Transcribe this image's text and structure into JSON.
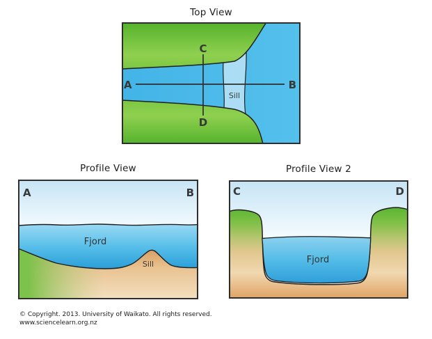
{
  "titles": {
    "top_view": "Top View",
    "profile_view": "Profile View",
    "profile_view_2": "Profile View 2"
  },
  "top_view": {
    "label_a": "A",
    "label_b": "B",
    "label_c": "C",
    "label_d": "D",
    "label_sill": "Sill"
  },
  "profile_view": {
    "label_a": "A",
    "label_b": "B",
    "label_fjord": "Fjord",
    "label_sill": "Sill"
  },
  "profile_view_2": {
    "label_c": "C",
    "label_d": "D",
    "label_fjord": "Fjord"
  },
  "footer": {
    "line1": "© Copyright. 2013. University of Waikato. All rights reserved.",
    "line2": "www.sciencelearn.org.nz"
  },
  "colors": {
    "water_blue": "#47b8e9",
    "sill_strip_blue": "#abdef5",
    "land_green_bright": "#8fd04f",
    "land_green_dark": "#55b22c",
    "seabed_tan_dark": "#d79b5e",
    "seabed_tan_light": "#f4e0c0",
    "sky_blue": "#c6e4f5",
    "outline": "#1f1f1f"
  }
}
